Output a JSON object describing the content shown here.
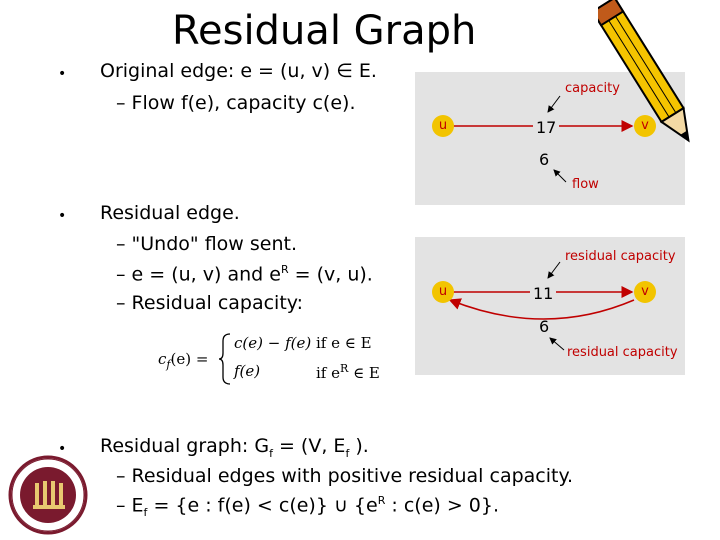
{
  "slide": {
    "title": "Residual Graph",
    "bullets": {
      "original": {
        "main": "Original edge: e = (u, v) ∈ E.",
        "sub1": "– Flow f(e), capacity c(e)."
      },
      "residual_edge": {
        "main": "Residual edge.",
        "sub1": "– \"Undo\" flow sent.",
        "sub2_pre": "– e = (u, v) and e",
        "sub2_sup": "R",
        "sub2_post": " = (v, u).",
        "sub3": "– Residual capacity:"
      },
      "residual_graph": {
        "main_pre": "Residual graph: G",
        "main_sub": "f",
        "main_mid": " = (V, E",
        "main_sub2": "f",
        "main_post": " ).",
        "sub1": "– Residual edges with positive residual capacity.",
        "sub2_pre": "– E",
        "sub2_sub": "f",
        "sub2_mid": " = {e : f(e) < c(e)}  ∪  {e",
        "sub2_sup": "R",
        "sub2_post": " : c(e) > 0}."
      }
    },
    "bullet_glyph": "•",
    "formula": {
      "lhs": "c",
      "lhs_sub": "f",
      "lhs_arg": "(e) =",
      "case1_expr": "c(e) − f(e)",
      "case1_cond": "if  e ∈ E",
      "case2_expr": "f(e)",
      "case2_cond_pre": "if  e",
      "case2_cond_sup": "R",
      "case2_cond_post": " ∈ E"
    },
    "diagram_top": {
      "node_u": "u",
      "node_v": "v",
      "edge_value": "17",
      "flow_value": "6",
      "callout_capacity": "capacity",
      "callout_flow": "flow"
    },
    "diagram_bottom": {
      "node_u": "u",
      "node_v": "v",
      "forward_value": "11",
      "backward_value": "6",
      "callout_top": "residual capacity",
      "callout_bottom": "residual capacity"
    },
    "colors": {
      "node_fill": "#f2c400",
      "node_text": "#c00000",
      "edge": "#c00000",
      "panel": "#e3e3e3",
      "seal": "#7a1a2e"
    }
  }
}
